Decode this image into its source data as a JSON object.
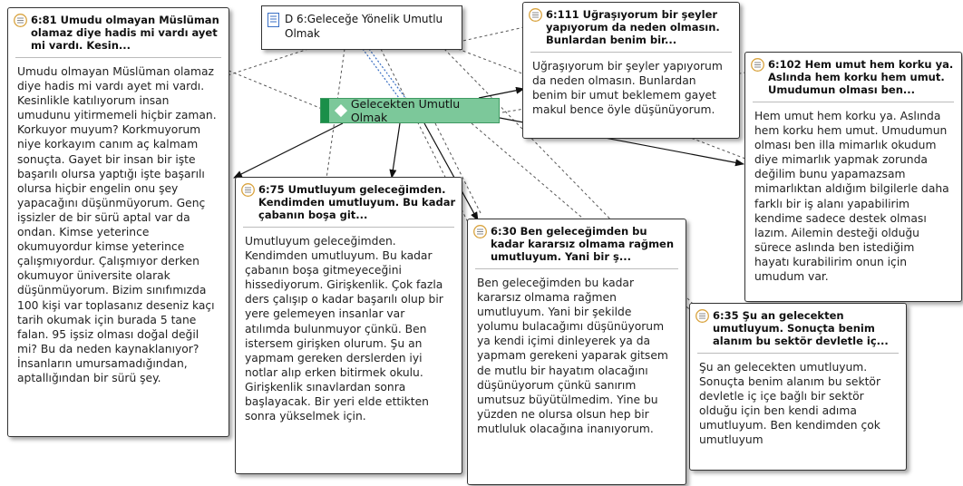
{
  "document": {
    "label": "D 6:Geleceğe Yönelik Umutlu Olmak",
    "icon": "document-icon"
  },
  "code": {
    "label": "Gelecekten Umutlu Olmak",
    "color": "#7cc89a",
    "accent": "#1a8f49",
    "icon": "diamond-icon"
  },
  "quotes": [
    {
      "title": "6:81 Umudu olmayan Müslüman olamaz diye hadis mi vardı ayet mi vardı. Kesin...",
      "text": "Umudu olmayan Müslüman olamaz diye hadis mi vardı ayet mi vardı. Kesinlikle katılıyorum insan umudunu yitirmemeli hiçbir zaman. Korkuyor muyum? Korkmuyorum niye korkayım canım aç kalmam sonuçta. Gayet bir insan bir işte başarılı olursa yaptığı işte başarılı olursa hiçbir engelin onu şey yapacağını düşünmüyorum. Genç işsizler de bir sürü aptal var da ondan. Kimse yeterince okumuyordur kimse yeterince çalışmıyordur. Çalışmıyor derken okumuyor üniversite olarak düşünmüyorum. Bizim sınıfımızda 100 kişi var toplasanız deseniz kaçı tarih okumak için burada 5 tane falan. 95 işsiz olması doğal değil mi? Bu da neden kaynaklanıyor? İnsanların umursamadığından, aptallığından bir sürü şey."
    },
    {
      "title": "6:111 Uğraşıyorum bir şeyler yapıyorum da neden olmasın. Bunlardan benim bir...",
      "text": "Uğraşıyorum bir şeyler yapıyorum da neden olmasın. Bunlardan benim bir umut beklemem gayet makul bence öyle düşünüyorum."
    },
    {
      "title": "6:102 Hem umut hem korku ya. Aslında hem korku hem umut. Umudumun olması ben...",
      "text": "Hem umut hem korku ya. Aslında hem korku hem umut. Umudumun olması ben illa mimarlık okudum diye mimarlık yapmak zorunda değilim bunu yapamazsam mimarlıktan aldığım bilgilerle daha farklı bir iş alanı yapabilirim kendime sadece destek olması lazım. Ailemin desteği olduğu sürece aslında ben istediğim hayatı kurabilirim onun için umudum var."
    },
    {
      "title": "6:75 Umutluyum geleceğimden. Kendimden umutluyum. Bu kadar çabanın boşa git...",
      "text": "Umutluyum geleceğimden. Kendimden umutluyum. Bu kadar çabanın boşa gitmeyeceğini hissediyorum. Girişkenlik. Çok fazla ders çalışıp o kadar başarılı olup bir yere gelemeyen insanlar var atılımda bulunmuyor çünkü. Ben istersem girişken olurum. Şu an yapmam gereken derslerden iyi notlar alıp erken bitirmek okulu. Girişkenlik sınavlardan sonra başlayacak. Bir yeri elde ettikten sonra yükselmek için."
    },
    {
      "title": "6:30 Ben geleceğimden bu kadar kararsız olmama rağmen umutluyum. Yani bir ş...",
      "text": "Ben geleceğimden bu kadar kararsız olmama rağmen umutluyum. Yani bir şekilde yolumu bulacağımı düşünüyorum ya kendi içimi dinleyerek ya da yapmam gerekeni yaparak gitsem de mutlu bir hayatım olacağını düşünüyorum çünkü sanırım umutsuz büyütülmedim. Yine bu yüzden ne olursa olsun hep bir mutluluk olacağına inanıyorum."
    },
    {
      "title": "6:35 Şu an gelecekten umutluyum. Sonuçta benim alanım bu sektör devletle iç...",
      "text": "Şu an gelecekten umutluyum. Sonuçta benim alanım bu sektör devletle iç içe bağlı bir sektör olduğu için ben kendi adıma umutluyum. Ben kendimden çok umutluyum"
    }
  ],
  "colors": {
    "link_dashed": "#555555",
    "link_blue": "#3a6fc4",
    "arrow": "#111111",
    "quote_icon": "#d9a441"
  }
}
